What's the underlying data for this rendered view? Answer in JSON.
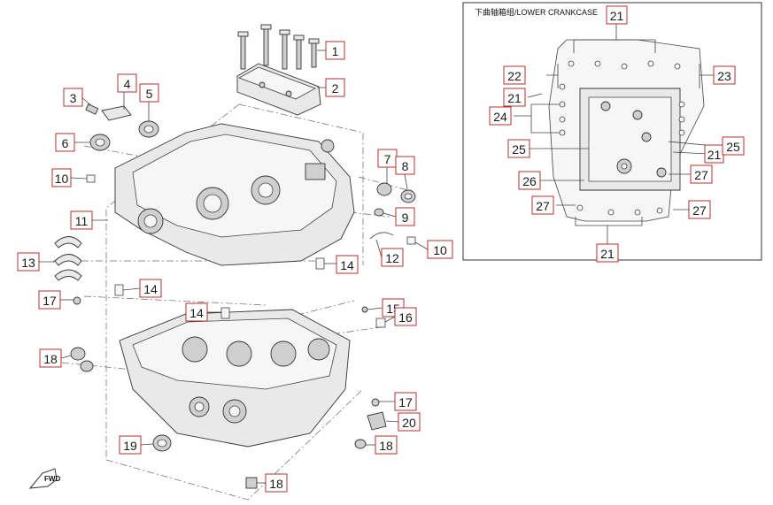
{
  "inset": {
    "title": "下曲轴箱组/LOWER CRANKCASE"
  },
  "fwd_label": "FWD",
  "callouts": [
    {
      "id": "c1",
      "label": "1"
    },
    {
      "id": "c2",
      "label": "2"
    },
    {
      "id": "c3",
      "label": "3"
    },
    {
      "id": "c4",
      "label": "4"
    },
    {
      "id": "c5",
      "label": "5"
    },
    {
      "id": "c6",
      "label": "6"
    },
    {
      "id": "c7",
      "label": "7"
    },
    {
      "id": "c8",
      "label": "8"
    },
    {
      "id": "c9",
      "label": "9"
    },
    {
      "id": "c10a",
      "label": "10"
    },
    {
      "id": "c10b",
      "label": "10"
    },
    {
      "id": "c11",
      "label": "11"
    },
    {
      "id": "c12",
      "label": "12"
    },
    {
      "id": "c13",
      "label": "13"
    },
    {
      "id": "c14a",
      "label": "14"
    },
    {
      "id": "c14b",
      "label": "14"
    },
    {
      "id": "c14c",
      "label": "14"
    },
    {
      "id": "c15",
      "label": "15"
    },
    {
      "id": "c16",
      "label": "16"
    },
    {
      "id": "c17a",
      "label": "17"
    },
    {
      "id": "c17b",
      "label": "17"
    },
    {
      "id": "c18a",
      "label": "18"
    },
    {
      "id": "c18b",
      "label": "18"
    },
    {
      "id": "c18c",
      "label": "18"
    },
    {
      "id": "c19",
      "label": "19"
    },
    {
      "id": "c20",
      "label": "20"
    },
    {
      "id": "i21a",
      "label": "21"
    },
    {
      "id": "i21b",
      "label": "21"
    },
    {
      "id": "i21c",
      "label": "21"
    },
    {
      "id": "i21d",
      "label": "21"
    },
    {
      "id": "i22",
      "label": "22"
    },
    {
      "id": "i23",
      "label": "23"
    },
    {
      "id": "i24",
      "label": "24"
    },
    {
      "id": "i25a",
      "label": "25"
    },
    {
      "id": "i25b",
      "label": "25"
    },
    {
      "id": "i26",
      "label": "26"
    },
    {
      "id": "i27a",
      "label": "27"
    },
    {
      "id": "i27b",
      "label": "27"
    },
    {
      "id": "i27c",
      "label": "27"
    }
  ]
}
